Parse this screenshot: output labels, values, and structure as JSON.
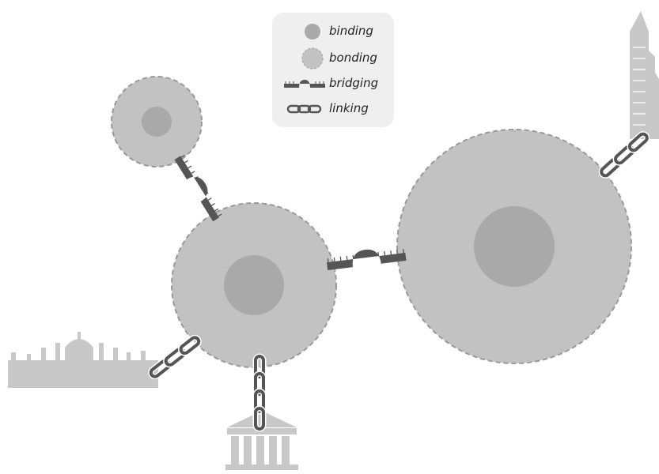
{
  "legend": {
    "binding": "binding",
    "bonding": "bonding",
    "bridging": "bridging",
    "linking": "linking"
  },
  "icons": {
    "binding": "filled-dark-circle",
    "bonding": "filled-light-circle-dashed-edge",
    "bridging": "arched-bridge",
    "linking": "chain-links"
  },
  "colors": {
    "outer_circle": "#c2c2c2",
    "inner_circle": "#a9a9a9",
    "outline": "#9a9a9a",
    "connector": "#555555",
    "silhouette": "#c8c8c8",
    "legend_bg": "#efefef"
  }
}
